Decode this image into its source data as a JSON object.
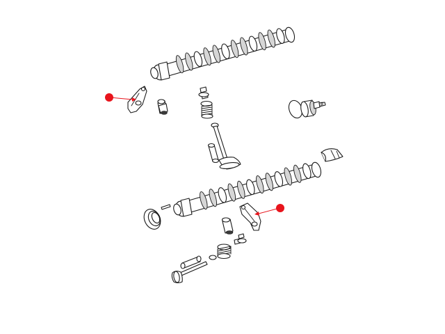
{
  "diagram": {
    "background": "#ffffff",
    "line_color": "#1a1a1a",
    "callout_color": "#e8141c",
    "parts": [
      {
        "name": "upper-camshaft"
      },
      {
        "name": "upper-rocker-arm",
        "callout": true
      },
      {
        "name": "upper-lash-adjuster"
      },
      {
        "name": "upper-valve-keepers"
      },
      {
        "name": "upper-valve-spring"
      },
      {
        "name": "upper-valve"
      },
      {
        "name": "upper-valve-guide"
      },
      {
        "name": "o-ring-seal"
      },
      {
        "name": "sensor-bolt"
      },
      {
        "name": "cam-end-plug"
      },
      {
        "name": "lower-camshaft"
      },
      {
        "name": "camshaft-oil-seal"
      },
      {
        "name": "dowel-pin"
      },
      {
        "name": "lower-rocker-arm",
        "callout": true
      },
      {
        "name": "lower-lash-adjuster"
      },
      {
        "name": "lower-valve-spring"
      },
      {
        "name": "lower-valve-keepers"
      },
      {
        "name": "lower-valve-guide"
      },
      {
        "name": "lower-valve"
      }
    ]
  }
}
